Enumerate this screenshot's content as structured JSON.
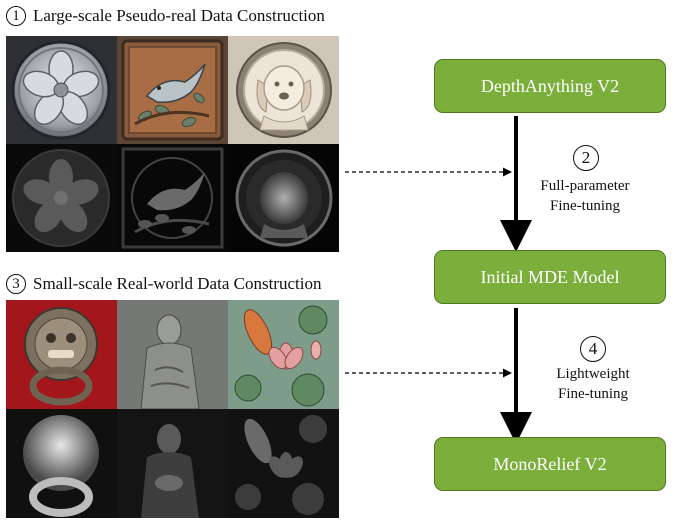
{
  "section1": {
    "number": "1",
    "title": "Large-scale Pseudo-real Data Construction"
  },
  "section3": {
    "number": "3",
    "title": "Small-scale Real-world Data Construction"
  },
  "models": {
    "top": "DepthAnything V2",
    "middle": "Initial MDE Model",
    "bottom": "MonoRelief V2"
  },
  "step2": {
    "number": "2",
    "line1": "Full-parameter",
    "line2": "Fine-tuning"
  },
  "step4": {
    "number": "4",
    "line1": "Lightweight",
    "line2": "Fine-tuning"
  },
  "colors": {
    "box_fill": "#7cae3b",
    "box_border": "#4d7a21",
    "box_text": "#ffffff"
  }
}
